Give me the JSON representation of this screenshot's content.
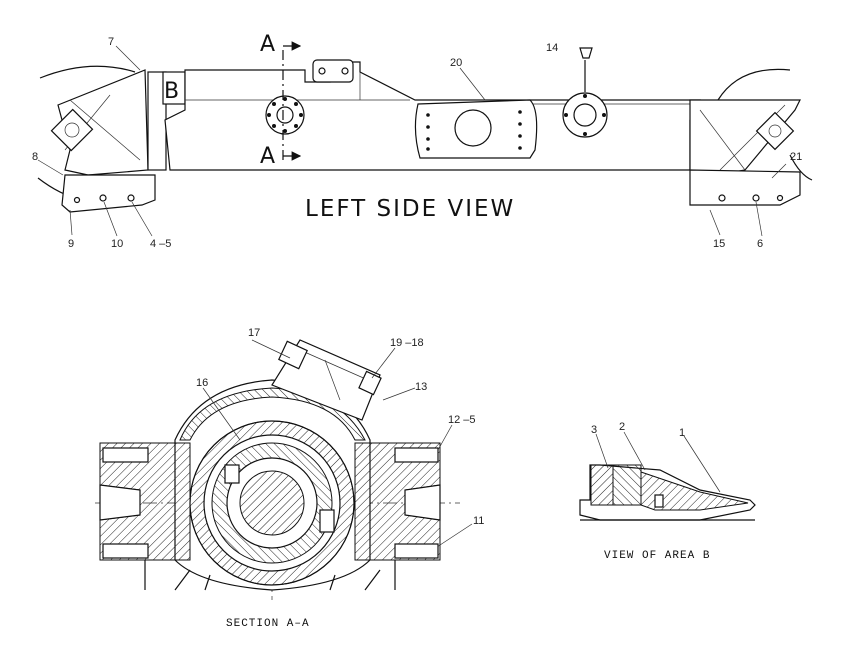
{
  "views": {
    "side_title": "LEFT SIDE VIEW",
    "section_caption": "SECTION A–A",
    "area_caption": "VIEW OF AREA B"
  },
  "markers": {
    "section_a_top": "A",
    "section_a_bottom": "A",
    "area_b": "B"
  },
  "callouts": {
    "c7": "7",
    "c8": "8",
    "c9": "9",
    "c10": "10",
    "c4_5": "4 –5",
    "c20": "20",
    "c14": "14",
    "c21": "21",
    "c15": "15",
    "c6": "6",
    "c17": "17",
    "c19_18": "19 –18",
    "c16": "16",
    "c13": "13",
    "c12_5": "12 –5",
    "c11": "11",
    "c3": "3",
    "c2": "2",
    "c1": "1"
  }
}
